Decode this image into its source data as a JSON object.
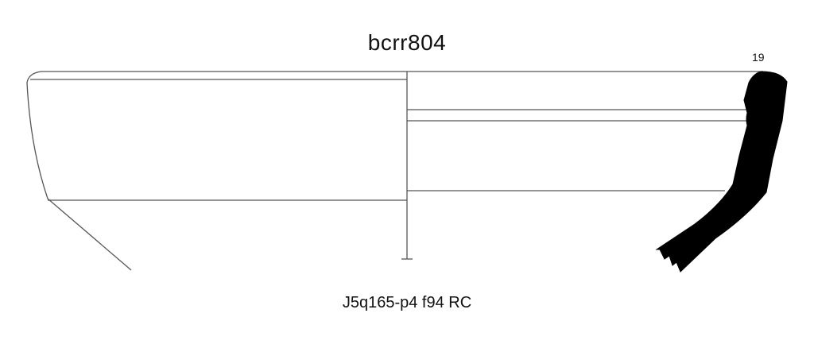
{
  "title": "bcrr804",
  "vessel_number": "19",
  "caption": "J5q165-p4 f94 RC",
  "colors": {
    "line": "#555555",
    "profile_fill": "#000000",
    "background": "#ffffff"
  }
}
